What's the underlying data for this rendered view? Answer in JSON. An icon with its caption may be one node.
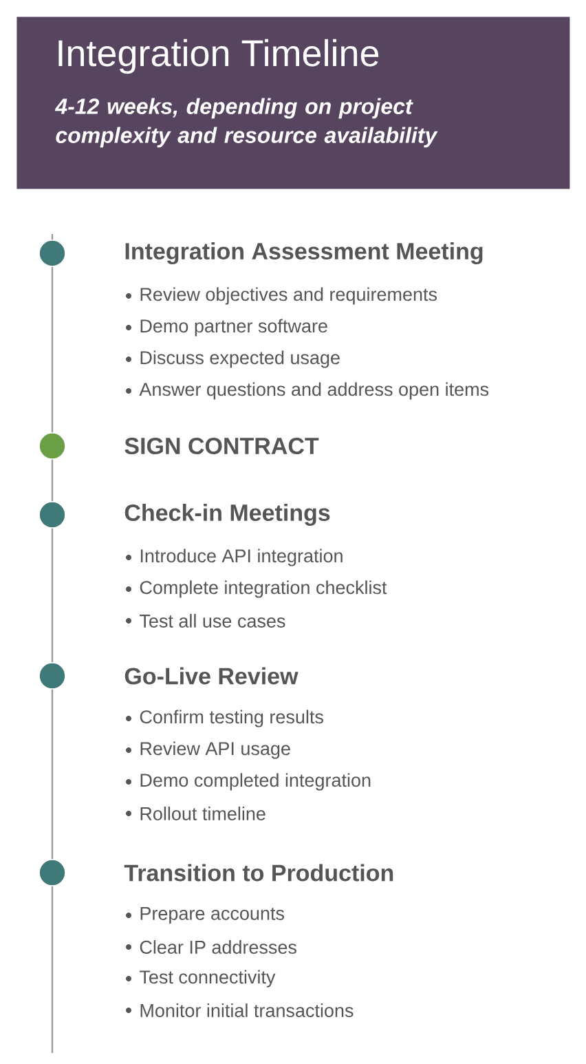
{
  "diagram": {
    "nodes": [
      {
        "text": [
          "Integration Timeline",
          "4-12 weeks, depending on project complexity and resource availability"
        ]
      },
      {
        "text": [],
        "shape": "circle",
        "beside": [
          "Integration Assessment Meeting",
          "Review objectives and requirements",
          "Demo partner software",
          "Discuss expected usage",
          "Answer questions and address open items"
        ]
      },
      {
        "text": [],
        "shape": "circle",
        "beside": [
          "SIGN CONTRACT"
        ]
      },
      {
        "text": [],
        "shape": "circle",
        "beside": [
          "Check-in Meetings",
          "Introduce API integration",
          "Complete integration checklist",
          "Test all use cases"
        ]
      },
      {
        "text": [],
        "shape": "circle",
        "beside": [
          "Go-Live Review",
          "Confirm testing results",
          "Review API usage",
          "Demo completed integration",
          "Rollout timeline"
        ]
      },
      {
        "text": [],
        "shape": "circle",
        "beside": [
          "Transition to Production",
          "Prepare accounts",
          "Clear IP addresses",
          "Test connectivity",
          "Monitor initial transactions"
        ]
      }
    ],
    "edges": [
      {
        "from": 1,
        "to": 2,
        "arrow": "none"
      },
      {
        "from": 2,
        "to": 3,
        "arrow": "none"
      },
      {
        "from": 3,
        "to": 4,
        "arrow": "none"
      },
      {
        "from": 4,
        "to": 5,
        "arrow": "none"
      }
    ]
  }
}
